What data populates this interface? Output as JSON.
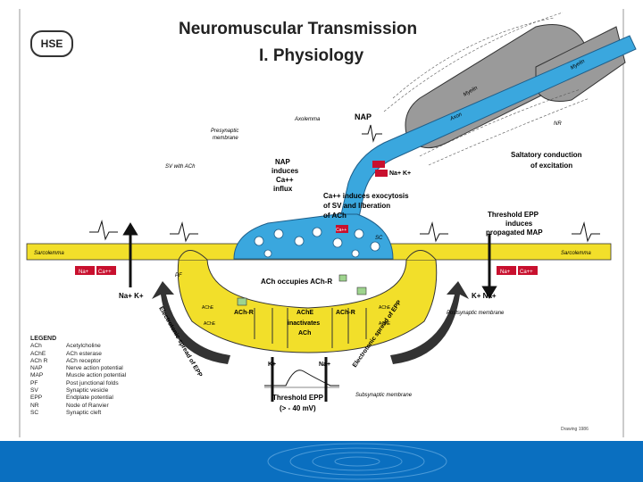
{
  "header": {
    "logo": "HSE",
    "title": "Neuromuscular Transmission",
    "subtitle": "I. Physiology"
  },
  "labels": {
    "nap": "NAP",
    "axolemma": "Axolemma",
    "presynaptic_1": "Presynaptic",
    "presynaptic_2": "membrane",
    "sv_ach": "SV with ACh",
    "nap_induces_1": "NAP",
    "nap_induces_2": "induces",
    "nap_induces_3": "Ca++",
    "nap_induces_4": "influx",
    "saltatory_1": "Saltatory conduction",
    "saltatory_2": "of excitation",
    "ca_induces_1": "Ca++ induces exocytosis",
    "ca_induces_2": "of SV and liberation",
    "ca_induces_3": "of ACh",
    "threshold_1": "Threshold EPP",
    "threshold_2": "induces",
    "threshold_3": "propagated MAP",
    "sarcolemma_left": "Sarcolemma",
    "sarcolemma_right": "Sarcolemma",
    "pf": "PF",
    "sc": "SC",
    "nr": "NR",
    "myelin_1": "Myelin",
    "myelin_2": "Myelin",
    "axon": "Axon",
    "na_k_left": "Na+ K+",
    "k_na_right": "K+ Na+",
    "na_k_axon": "Na+ K+",
    "ach_occupies": "ACh occupies ACh-R",
    "ache_inact_1": "AChE",
    "ache_inact_2": "inactivates",
    "ache_inact_3": "ACh",
    "ach_r_left": "ACh-R",
    "ach_r_right": "ACh-R",
    "ache_left": "AChE",
    "ache_right": "AChE",
    "ache_small_l": "AChE",
    "ache_small_r": "AChE",
    "postsynaptic": "Postsynaptic membrane",
    "subsynaptic": "Subsynaptic membrane",
    "k_bottom": "K+",
    "na_bottom": "Na+",
    "electrotonic_left": "Electrotonic spread of EPP",
    "electrotonic_right": "Electrotonic spread of EPP",
    "threshold_epp_1": "Threshold EPP",
    "threshold_epp_2": "(> - 40 mV)",
    "ca_box": "Ca++",
    "ca_box_left": "Ca++",
    "na_box_left": "Na+",
    "ca_box_right": "Ca++",
    "na_box_right": "Na+"
  },
  "legend": {
    "heading": "LEGEND",
    "items": [
      {
        "abbr": "ACh",
        "desc": "Acetylcholine"
      },
      {
        "abbr": "AChE",
        "desc": "ACh esterase"
      },
      {
        "abbr": "ACh R",
        "desc": "ACh receptor"
      },
      {
        "abbr": "NAP",
        "desc": "Nerve action potential"
      },
      {
        "abbr": "MAP",
        "desc": "Muscle action potential"
      },
      {
        "abbr": "PF",
        "desc": "Post junctional folds"
      },
      {
        "abbr": "SV",
        "desc": "Synaptic vesicle"
      },
      {
        "abbr": "EPP",
        "desc": "Endplate potential"
      },
      {
        "abbr": "NR",
        "desc": "Node of Ranvier"
      },
      {
        "abbr": "SC",
        "desc": "Synaptic cleft"
      }
    ]
  },
  "credit": "Drawing 1986",
  "colors": {
    "axon_blue": "#3aa7de",
    "muscle_yellow": "#f2df2a",
    "ion_red": "#c8102e",
    "bar_blue": "#0a6fc0"
  }
}
